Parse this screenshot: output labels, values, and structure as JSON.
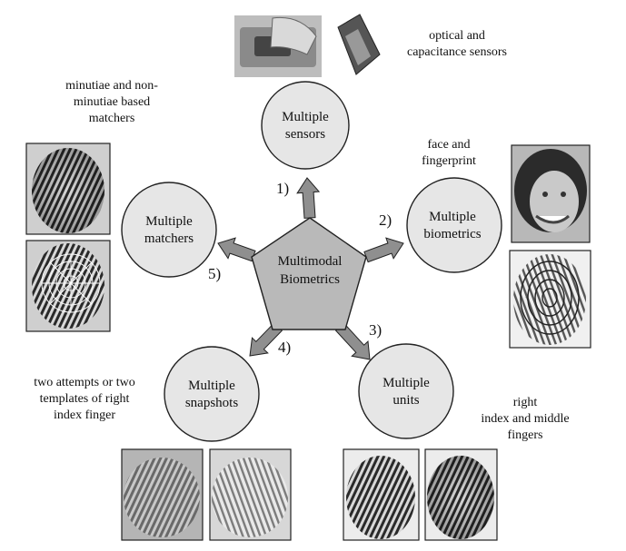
{
  "center": {
    "line1": "Multimodal",
    "line2": "Biometrics"
  },
  "nodes": [
    {
      "id": "sensors",
      "number": "1)",
      "label1": "Multiple",
      "label2": "sensors",
      "caption": [
        "optical and",
        "capacitance sensors"
      ]
    },
    {
      "id": "biometrics",
      "number": "2)",
      "label1": "Multiple",
      "label2": "biometrics",
      "caption": [
        "face and",
        "fingerprint"
      ]
    },
    {
      "id": "units",
      "number": "3)",
      "label1": "Multiple",
      "label2": "units",
      "caption": [
        "right",
        "index and middle",
        "fingers"
      ]
    },
    {
      "id": "snapshots",
      "number": "4)",
      "label1": "Multiple",
      "label2": "snapshots",
      "caption": [
        "two attempts or two",
        "templates of right",
        "index finger"
      ]
    },
    {
      "id": "matchers",
      "number": "5)",
      "label1": "Multiple",
      "label2": "matchers",
      "caption": [
        "minutiae and non-",
        "minutiae based",
        "matchers"
      ]
    }
  ],
  "colors": {
    "circle_fill": "#e6e6e6",
    "pentagon_fill": "#b9b9b9",
    "arrow_fill": "#8f8f8f",
    "stroke": "#222222"
  },
  "icons": [
    "fingerprint-image",
    "face-photo",
    "optical-sensor-photo",
    "capacitance-sensor-photo"
  ]
}
